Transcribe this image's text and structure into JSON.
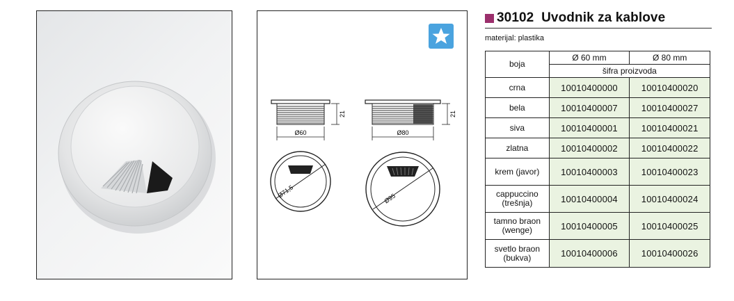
{
  "product": {
    "code": "30102",
    "name": "Uvodnik za kablove",
    "material": "materijal: plastika",
    "accent_color": "#9b2f6c"
  },
  "drawings": {
    "left": {
      "width_label": "Ø60",
      "height_label": "21",
      "hole_label": "Ø71,5"
    },
    "right": {
      "width_label": "Ø80",
      "height_label": "21",
      "hole_label": "Ø95"
    },
    "badge_icon": "star-icon"
  },
  "table": {
    "color_header": "boja",
    "size_60": "Ø 60 mm",
    "size_80": "Ø 80 mm",
    "subheader": "šifra proizvoda",
    "rows": [
      {
        "color": "crna",
        "c60": "10010400000",
        "c80": "10010400020"
      },
      {
        "color": "bela",
        "c60": "10010400007",
        "c80": "10010400027"
      },
      {
        "color": "siva",
        "c60": "10010400001",
        "c80": "10010400021"
      },
      {
        "color": "zlatna",
        "c60": "10010400002",
        "c80": "10010400022"
      },
      {
        "color": "krem (javor)",
        "c60": "10010400003",
        "c80": "10010400023"
      },
      {
        "color": "cappuccino (trešnja)",
        "c60": "10010400004",
        "c80": "10010400024"
      },
      {
        "color": "tamno braon (wenge)",
        "c60": "10010400005",
        "c80": "10010400025"
      },
      {
        "color": "svetlo braon (bukva)",
        "c60": "10010400006",
        "c80": "10010400026"
      }
    ]
  }
}
